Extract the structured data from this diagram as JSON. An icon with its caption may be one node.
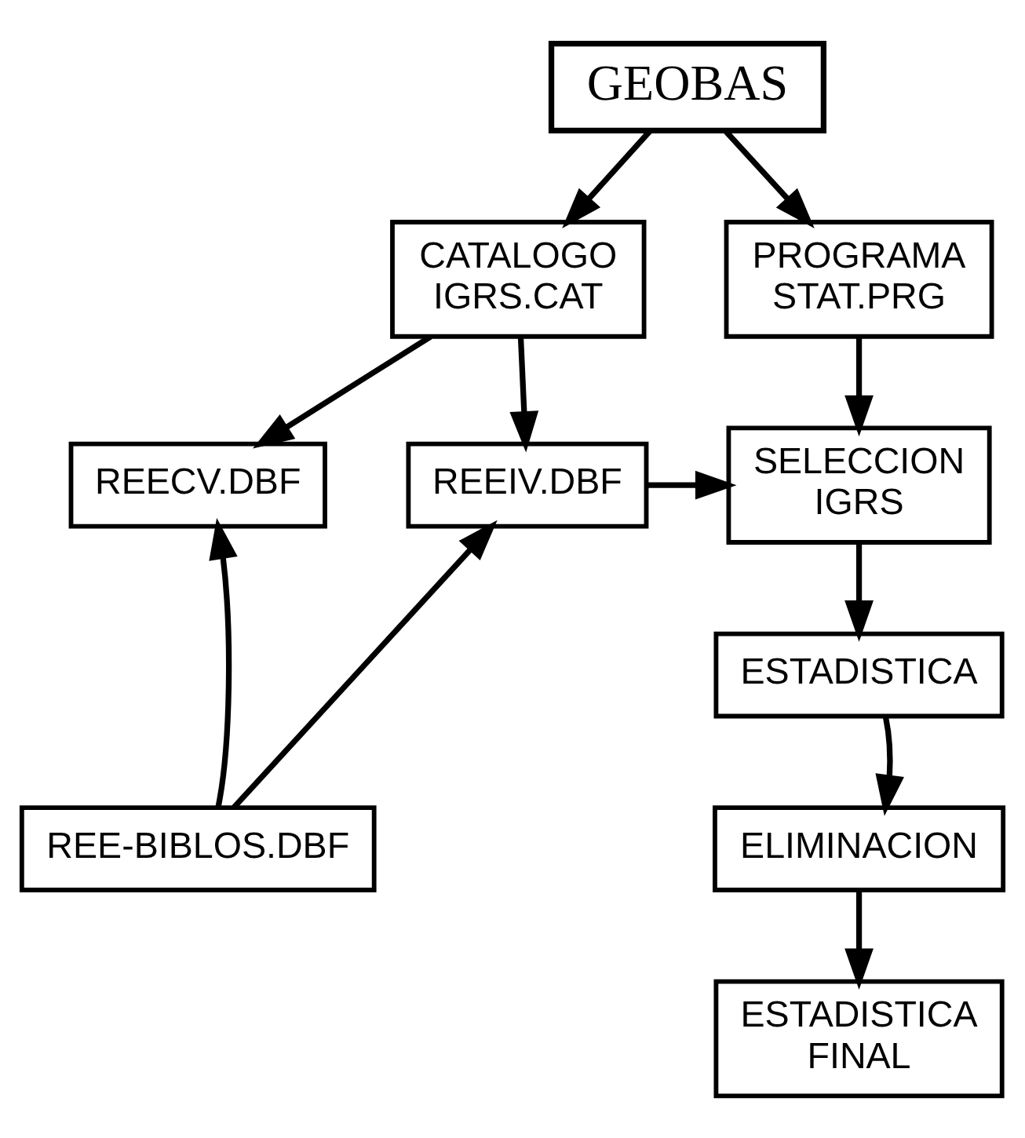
{
  "diagram": {
    "nodes": [
      {
        "text": [
          "GEOBAS"
        ]
      },
      {
        "text": [
          "CATALOGO IGRS.CAT"
        ]
      },
      {
        "text": [
          "PROGRAMA STAT.PRG"
        ]
      },
      {
        "text": [
          "REECV.DBF"
        ]
      },
      {
        "text": [
          "REEIV.DBF"
        ]
      },
      {
        "text": [
          "SELECCION IGRS"
        ]
      },
      {
        "text": [
          "ESTADISTICA"
        ]
      },
      {
        "text": [
          "ELIMINACION"
        ]
      },
      {
        "text": [
          "REE-BIBLOS.DBF"
        ]
      },
      {
        "text": [
          "ESTADISTICA FINAL"
        ]
      }
    ],
    "edges": [
      {
        "from": 0,
        "to": 1,
        "arrow": "to"
      },
      {
        "from": 0,
        "to": 2,
        "arrow": "to"
      },
      {
        "from": 1,
        "to": 3,
        "arrow": "to"
      },
      {
        "from": 1,
        "to": 4,
        "arrow": "to"
      },
      {
        "from": 2,
        "to": 5,
        "arrow": "to"
      },
      {
        "from": 4,
        "to": 5,
        "arrow": "to"
      },
      {
        "from": 5,
        "to": 6,
        "arrow": "to"
      },
      {
        "from": 6,
        "to": 7,
        "arrow": "to"
      },
      {
        "from": 7,
        "to": 9,
        "arrow": "to"
      },
      {
        "from": 8,
        "to": 3,
        "arrow": "to"
      },
      {
        "from": 8,
        "to": 4,
        "arrow": "to"
      }
    ]
  }
}
